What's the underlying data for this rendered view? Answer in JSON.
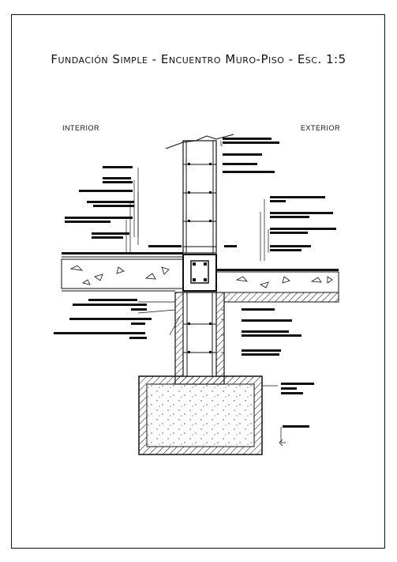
{
  "drawing": {
    "title": "Fundación Simple - Encuentro Muro-Piso - Esc. 1:5",
    "interior_label": "INTERIOR",
    "exterior_label": "EXTERIOR"
  }
}
